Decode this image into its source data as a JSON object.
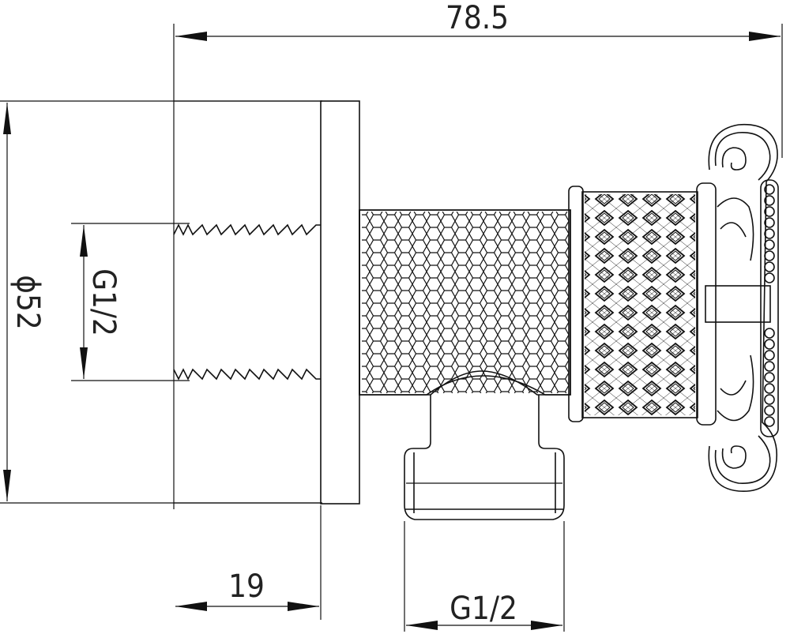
{
  "dimensions": {
    "overall_length": "78.5",
    "body_diameter": "ϕ52",
    "inner_thread": "G1/2",
    "wall_depth": "19",
    "outlet_thread": "G1/2"
  }
}
